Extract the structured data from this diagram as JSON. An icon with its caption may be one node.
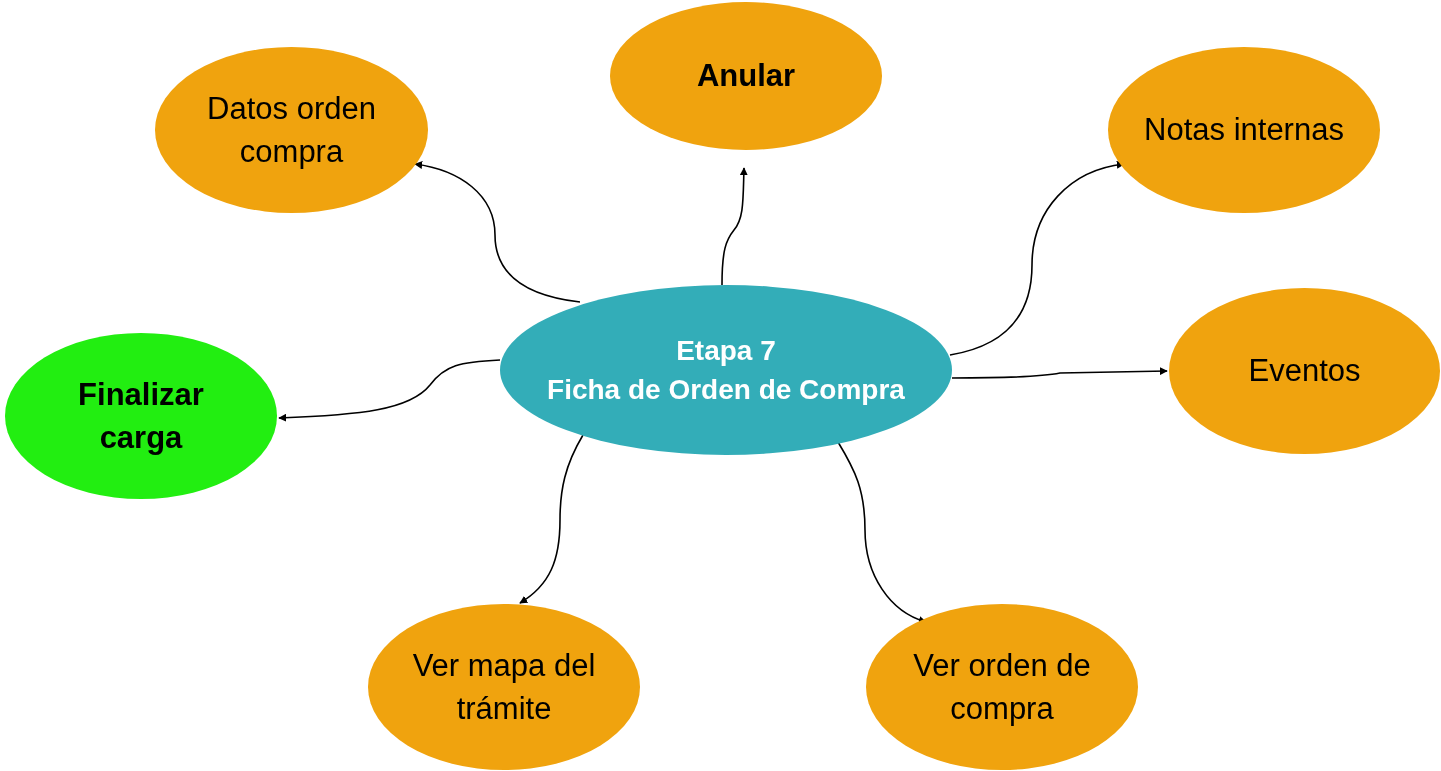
{
  "diagram": {
    "nodes": [
      {
        "text": [
          "Anular"
        ]
      },
      {
        "text": [
          "Datos orden compra"
        ]
      },
      {
        "text": [
          "Notas internas"
        ]
      },
      {
        "text": [
          "Etapa 7",
          "Ficha de Orden de Compra"
        ]
      },
      {
        "text": [
          "Eventos"
        ]
      },
      {
        "text": [
          "Finalizar carga"
        ]
      },
      {
        "text": [
          "Ver mapa del trámite"
        ]
      },
      {
        "text": [
          "Ver orden de compra"
        ]
      }
    ],
    "edges": [
      {
        "from": 3,
        "to": 1,
        "arrow": "to"
      },
      {
        "from": 3,
        "to": 0,
        "arrow": "to"
      },
      {
        "from": 3,
        "to": 2,
        "arrow": "to"
      },
      {
        "from": 3,
        "to": 4,
        "arrow": "to"
      },
      {
        "from": 3,
        "to": 5,
        "arrow": "to"
      },
      {
        "from": 3,
        "to": 6,
        "arrow": "to"
      },
      {
        "from": 3,
        "to": 7,
        "arrow": "to"
      }
    ]
  }
}
